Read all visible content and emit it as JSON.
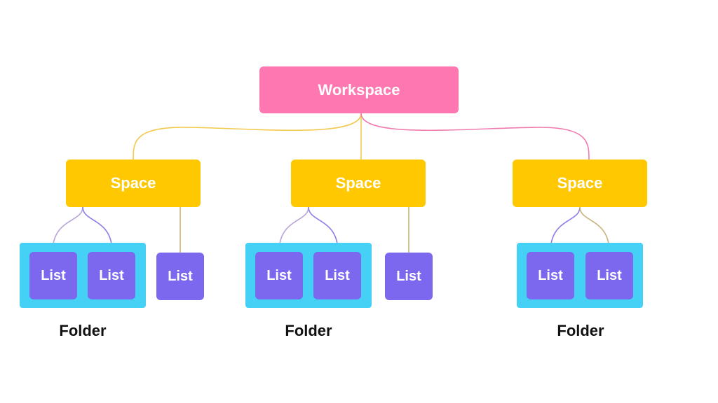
{
  "colors": {
    "workspace": "#FF77B0",
    "space": "#FFC800",
    "folder": "#45D0F5",
    "list": "#7B68EE",
    "connector_yellow": "#F2C94C",
    "connector_pink": "#F07BB0",
    "connector_purple": "#8E7CE8"
  },
  "workspace": {
    "label": "Workspace"
  },
  "spaces": [
    {
      "label": "Space",
      "folder": {
        "label": "Folder",
        "lists": [
          {
            "label": "List"
          },
          {
            "label": "List"
          }
        ]
      },
      "standalone_list": {
        "label": "List"
      }
    },
    {
      "label": "Space",
      "folder": {
        "label": "Folder",
        "lists": [
          {
            "label": "List"
          },
          {
            "label": "List"
          }
        ]
      },
      "standalone_list": {
        "label": "List"
      }
    },
    {
      "label": "Space",
      "folder": {
        "label": "Folder",
        "lists": [
          {
            "label": "List"
          },
          {
            "label": "List"
          }
        ]
      }
    }
  ]
}
